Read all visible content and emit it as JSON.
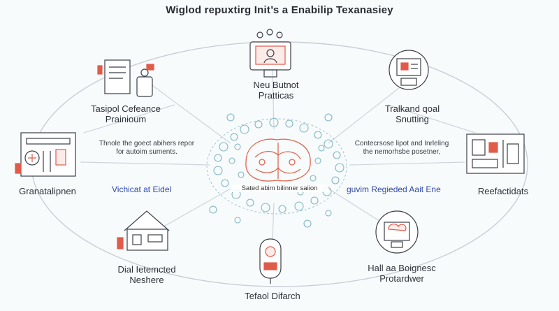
{
  "title": "Wiglod repuxtirg Init’s a Enabilip Texanasiey",
  "nodes": {
    "top": [
      "Neu Butnot",
      "Pratticas"
    ],
    "upper_left": [
      "Tasipol Cefeance",
      "Prainioum"
    ],
    "upper_right": [
      "Tralkand qoal",
      "Snutting"
    ],
    "left": [
      "Granatalipnen"
    ],
    "right": [
      "Reefactidats"
    ],
    "lower_left": [
      "Dial Ietemcted",
      "Neshere"
    ],
    "bottom": [
      "Tefaol Difarch"
    ],
    "lower_right": [
      "Hall aa Boignesc",
      "Protardwer"
    ]
  },
  "descriptions": {
    "left": [
      "Thnole the goect abihers repor",
      "for autoim suments."
    ],
    "right": [
      "Contecrsose lipot and Inrleling",
      "the nemorhsbe posetner,"
    ]
  },
  "accents": {
    "left": "Vichicat at Eidel",
    "right": "guvim Regieded Aait Ene"
  },
  "center_caption": "Sated abim bilinner saiion",
  "colors": {
    "line": "#c9ced6",
    "icon_stroke": "#3b3f47",
    "icon_red": "#e15b4a",
    "brain_teal": "#7fb6c4",
    "brain_red": "#e0644f",
    "accent_blue": "#2f4aa8"
  }
}
